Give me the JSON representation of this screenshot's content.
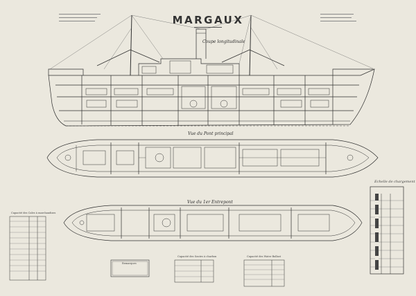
{
  "drawing": {
    "title": "MARGAUX",
    "views": {
      "longitudinal": "Coupe longitudinale",
      "main_deck": "Vue du Pont principal",
      "first_deck": "Vue du 1er Entrepont"
    },
    "scale_panel_title": "Echelle de chargement",
    "tables": {
      "holds_title": "Capacité des Cales à marchandises",
      "fuel_title": "Capacité des Soutes à charbon",
      "ballast_title": "Capacité des Water Ballast",
      "notes_title": "Remarques"
    }
  },
  "colors": {
    "paper": "#ebe8de",
    "ink": "#2a2a2a",
    "light_ink": "#6a6a6a"
  }
}
